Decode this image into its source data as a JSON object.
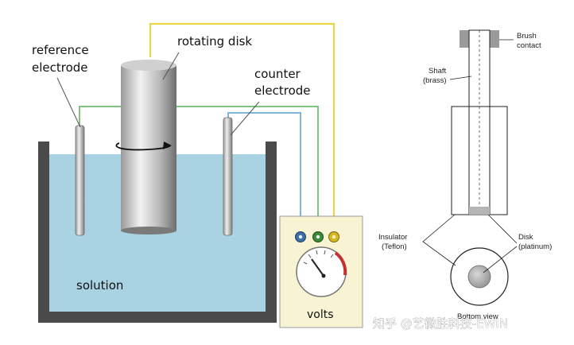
{
  "left_diagram": {
    "reference_electrode_line1": "reference",
    "reference_electrode_line2": "electrode",
    "rotating_disk": "rotating disk",
    "counter_electrode_line1": "counter",
    "counter_electrode_line2": "electrode",
    "solution": "solution",
    "volts": "volts"
  },
  "right_diagram": {
    "brush_contact_line1": "Brush",
    "brush_contact_line2": "contact",
    "shaft_line1": "Shaft",
    "shaft_line2": "(brass)",
    "insulator_line1": "Insulator",
    "insulator_line2": "(Teflon)",
    "disk_line1": "Disk",
    "disk_line2": "(platinum)",
    "bottom_view": "Bottom view"
  },
  "watermark": "知乎 @艺微胜科技-EWIN",
  "colors": {
    "solution": "#a9d3e3",
    "beaker_wall": "#4a4a4a",
    "wire_yellow": "#e8d64a",
    "wire_green": "#7fc47f",
    "wire_blue": "#7fb6dc",
    "meter_box": "#f8f3d2",
    "terminal_blue": "#3d6fa8",
    "terminal_green": "#3a8a3a",
    "terminal_yellow": "#d8b820"
  }
}
